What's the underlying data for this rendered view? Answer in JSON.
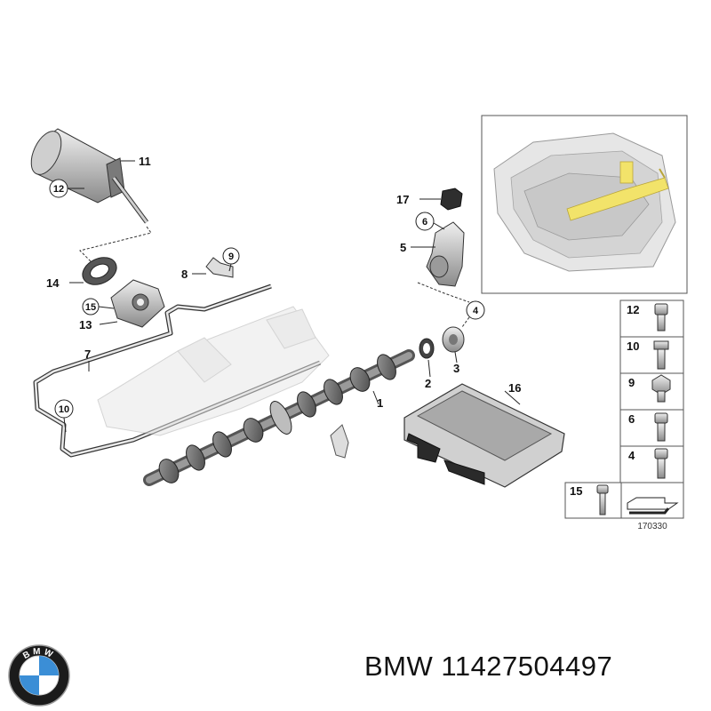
{
  "diagram": {
    "part_labels": {
      "p1": "1",
      "p2": "2",
      "p3": "3",
      "p4": "4",
      "p5": "5",
      "p6": "6",
      "p7": "7",
      "p8": "8",
      "p9": "9",
      "p10": "10",
      "p11": "11",
      "p12": "12",
      "p13": "13",
      "p14": "14",
      "p15": "15",
      "p16": "16",
      "p17": "17"
    },
    "fastener_table": [
      {
        "label": "12"
      },
      {
        "label": "10"
      },
      {
        "label": "9"
      },
      {
        "label": "6"
      },
      {
        "label": "4"
      }
    ],
    "extra_fastener_label": "15",
    "diagram_id": "170330"
  },
  "footer": {
    "brand": "BMW",
    "part_number": "11427504497",
    "logo_letters": "BMW"
  },
  "colors": {
    "line": "#222222",
    "part_fill": "#d6d6d6",
    "engine_fill": "#e4e4e4",
    "highlight": "#f2e36a",
    "logo_blue": "#3b8ed6",
    "logo_ring": "#1b1b1b"
  }
}
